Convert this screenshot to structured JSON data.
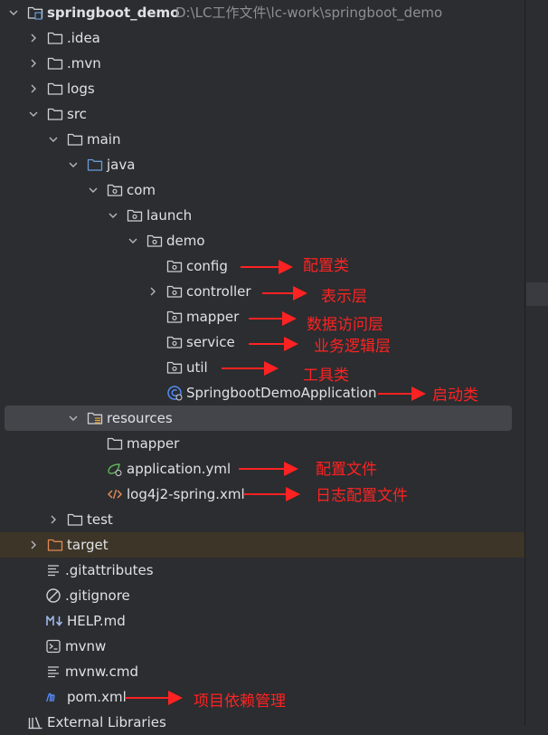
{
  "project": {
    "name": "springboot_demo",
    "path": "D:\\LC工作文件\\lc-work\\springboot_demo"
  },
  "tree": {
    "idea": ".idea",
    "mvn": ".mvn",
    "logs": "logs",
    "src": "src",
    "main": "main",
    "java": "java",
    "com": "com",
    "launch": "launch",
    "demo": "demo",
    "config": "config",
    "controller": "controller",
    "mapper": "mapper",
    "service": "service",
    "util": "util",
    "app": "SpringbootDemoApplication",
    "resources": "resources",
    "res_mapper": "mapper",
    "app_yml": "application.yml",
    "log4j2": "log4j2-spring.xml",
    "test": "test",
    "target": "target",
    "gitattributes": ".gitattributes",
    "gitignore": ".gitignore",
    "help": "HELP.md",
    "mvnw": "mvnw",
    "mvnw_cmd": "mvnw.cmd",
    "pom": "pom.xml",
    "ext": "External Libraries"
  },
  "annotations": {
    "config": "配置类",
    "controller": "表示层",
    "mapper": "数据访问层",
    "service": "业务逻辑层",
    "util": "工具类",
    "app": "启动类",
    "app_yml": "配置文件",
    "log4j2": "日志配置文件",
    "pom": "项目依赖管理"
  },
  "colors": {
    "background": "#2b2d30",
    "selection": "#43454a",
    "annotation": "#ff2222",
    "folder": "#ced0d6",
    "source_folder": "#6a9bd8",
    "excluded_folder": "#e08855"
  }
}
